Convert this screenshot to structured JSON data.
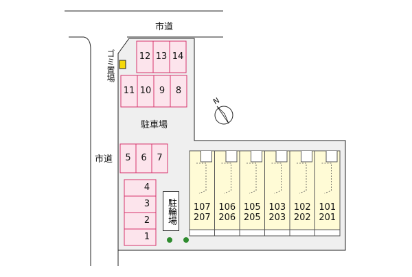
{
  "labels": {
    "road_top": "市道",
    "road_left": "市道",
    "garbage": "ゴミ置場",
    "parking": "駐車場",
    "bicycle": "駐輪場",
    "north": "N"
  },
  "parking_spaces": {
    "top_row": [
      "12",
      "13",
      "14"
    ],
    "second_row": [
      "11",
      "10",
      "9",
      "8"
    ],
    "middle_row": [
      "5",
      "6",
      "7"
    ],
    "left_column": [
      "4",
      "3",
      "2",
      "1"
    ]
  },
  "units": [
    {
      "ground": "107",
      "upper": "207"
    },
    {
      "ground": "106",
      "upper": "206"
    },
    {
      "ground": "105",
      "upper": "205"
    },
    {
      "ground": "103",
      "upper": "203"
    },
    {
      "ground": "102",
      "upper": "202"
    },
    {
      "ground": "101",
      "upper": "201"
    }
  ],
  "colors": {
    "parking_fill": "#fce4ec",
    "parking_stroke": "#d6336c",
    "building_fill": "#fffbd6",
    "site_fill": "#efefef",
    "tree": "#2e8b2e",
    "garbage_fill": "#f5d90a"
  }
}
